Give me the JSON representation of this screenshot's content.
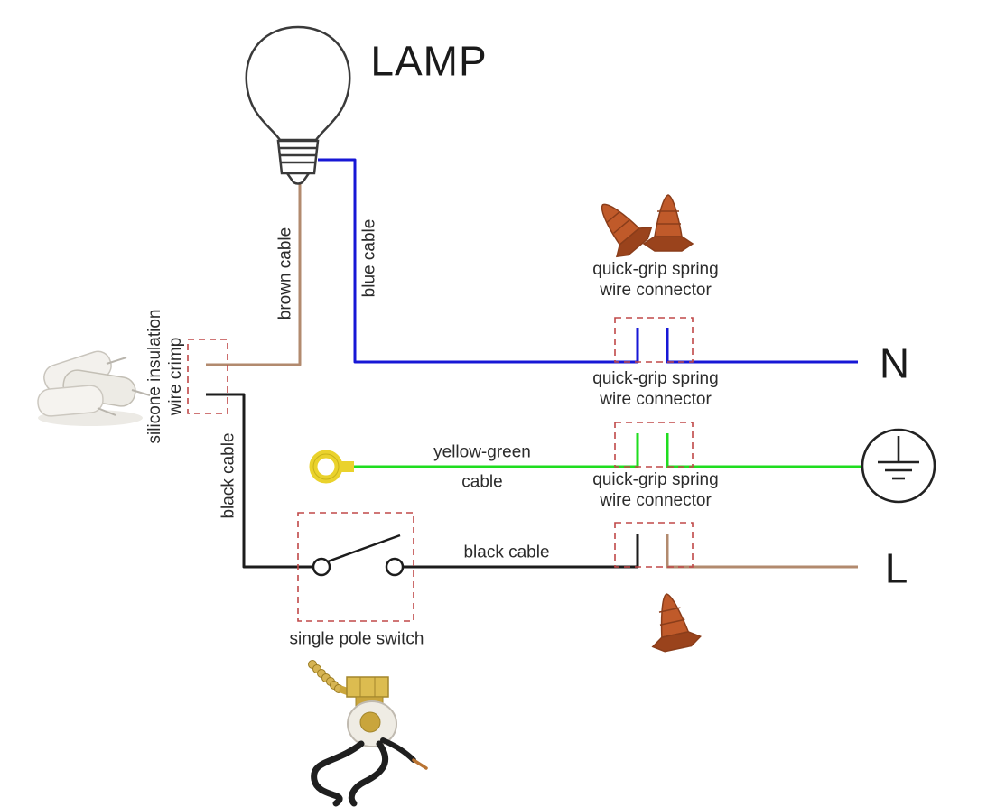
{
  "diagram": {
    "title": "LAMP",
    "terminals": {
      "neutral": "N",
      "live": "L"
    },
    "cables": {
      "blue": "blue cable",
      "brown": "brown cable",
      "black_vertical": "black cable",
      "black_horizontal": "black cable",
      "yellow_green_line1": "yellow-green",
      "yellow_green_line2": "cable"
    },
    "crimp": {
      "line1": "silicone insulation",
      "line2": "wire crimp"
    },
    "connectors": [
      {
        "line1": "quick-grip spring",
        "line2": "wire connector"
      },
      {
        "line1": "quick-grip spring",
        "line2": "wire connector"
      },
      {
        "line1": "quick-grip spring",
        "line2": "wire connector"
      }
    ],
    "switch_label": "single pole switch"
  },
  "colors": {
    "blue_wire": "#1717d6",
    "green_wire": "#1fdd1f",
    "brown_wire": "#b28a6e",
    "black_wire": "#1c1c1c",
    "dashed_outline": "#c04848",
    "wire_nut_orange": "#c05a2a",
    "wire_nut_dark": "#9a431c"
  }
}
